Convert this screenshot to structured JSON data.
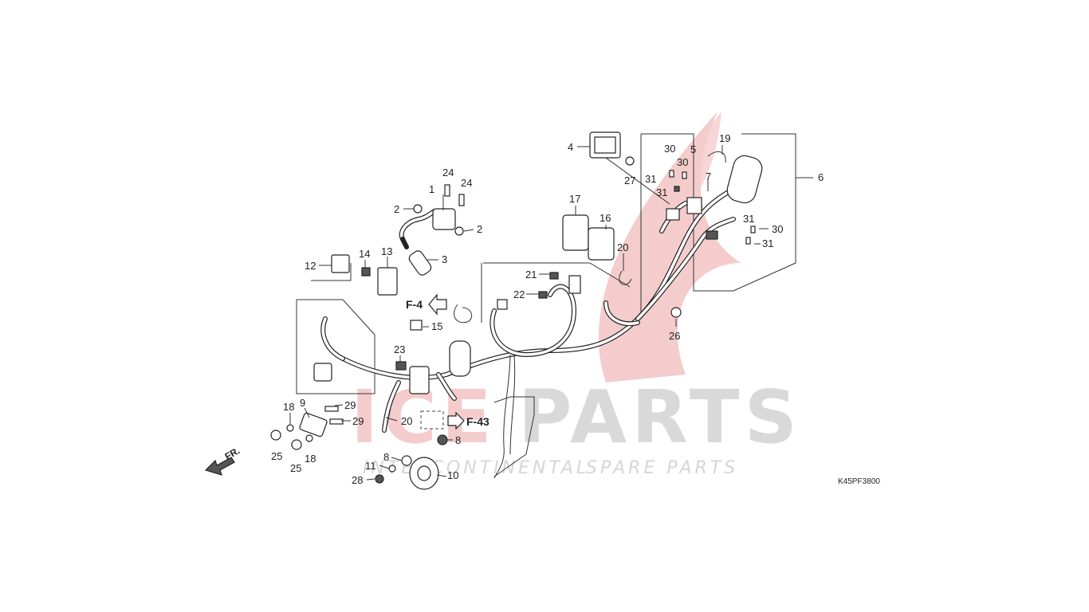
{
  "diagram_code": "K45PF3800",
  "front_marker": "FR.",
  "refs": [
    "F-4",
    "F-43"
  ],
  "watermark": {
    "brand_left": "ICE",
    "brand_right": "PARTS",
    "tagline_a": "INTERCONTINENTAL",
    "tagline_b": "SPARE PARTS"
  },
  "callouts": {
    "c1": "1",
    "c2a": "2",
    "c2b": "2",
    "c3": "3",
    "c4": "4",
    "c5": "5",
    "c6": "6",
    "c7": "7",
    "c8a": "8",
    "c8b": "8",
    "c9": "9",
    "c10": "10",
    "c11": "11",
    "c12": "12",
    "c13": "13",
    "c14": "14",
    "c15": "15",
    "c16": "16",
    "c17": "17",
    "c18a": "18",
    "c18b": "18",
    "c19": "19",
    "c20a": "20",
    "c20b": "20",
    "c21": "21",
    "c22": "22",
    "c23": "23",
    "c24a": "24",
    "c24b": "24",
    "c25a": "25",
    "c25b": "25",
    "c26": "26",
    "c27": "27",
    "c28": "28",
    "c29a": "29",
    "c29b": "29",
    "c30a": "30",
    "c30b": "30",
    "c30c": "30",
    "c31a": "31",
    "c31b": "31",
    "c31c": "31",
    "c31d": "31"
  },
  "colors": {
    "watermark_red": "#f4cccc",
    "watermark_gray": "#d9d9d9",
    "ink": "#222222"
  }
}
